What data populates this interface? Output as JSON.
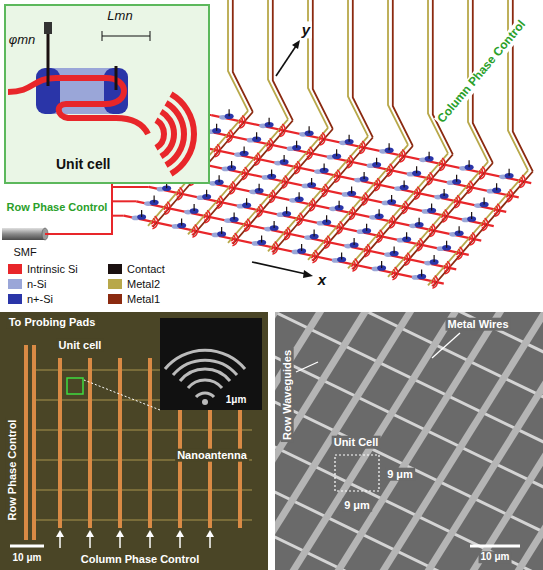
{
  "diagram": {
    "nodes": [
      {
        "text": [
          "Unit cell"
        ]
      }
    ],
    "labels": [
      "Lmn",
      "φmn",
      "y",
      "Column Phase Control",
      "Row Phase Control",
      "SMF",
      "x",
      "To Probing Pads",
      "Unit cell",
      "1μm",
      "Row Phase Control",
      "Nanoantenna",
      "10 μm",
      "Column Phase Control",
      "Row Waveguides",
      "Metal Wires",
      "Unit Cell",
      "9 μm",
      "9 μm",
      "10 μm"
    ],
    "legend": [
      {
        "text": "Intrinsic Si",
        "color": "#e8262a"
      },
      {
        "text": "n-Si",
        "color": "#9aa6d8"
      },
      {
        "text": "n+-Si",
        "color": "#2a35a8"
      },
      {
        "text": "Contact",
        "color": "#1a1010"
      },
      {
        "text": "Metal2",
        "color": "#b8a84a"
      },
      {
        "text": "Metal1",
        "color": "#8b2a10"
      }
    ]
  }
}
